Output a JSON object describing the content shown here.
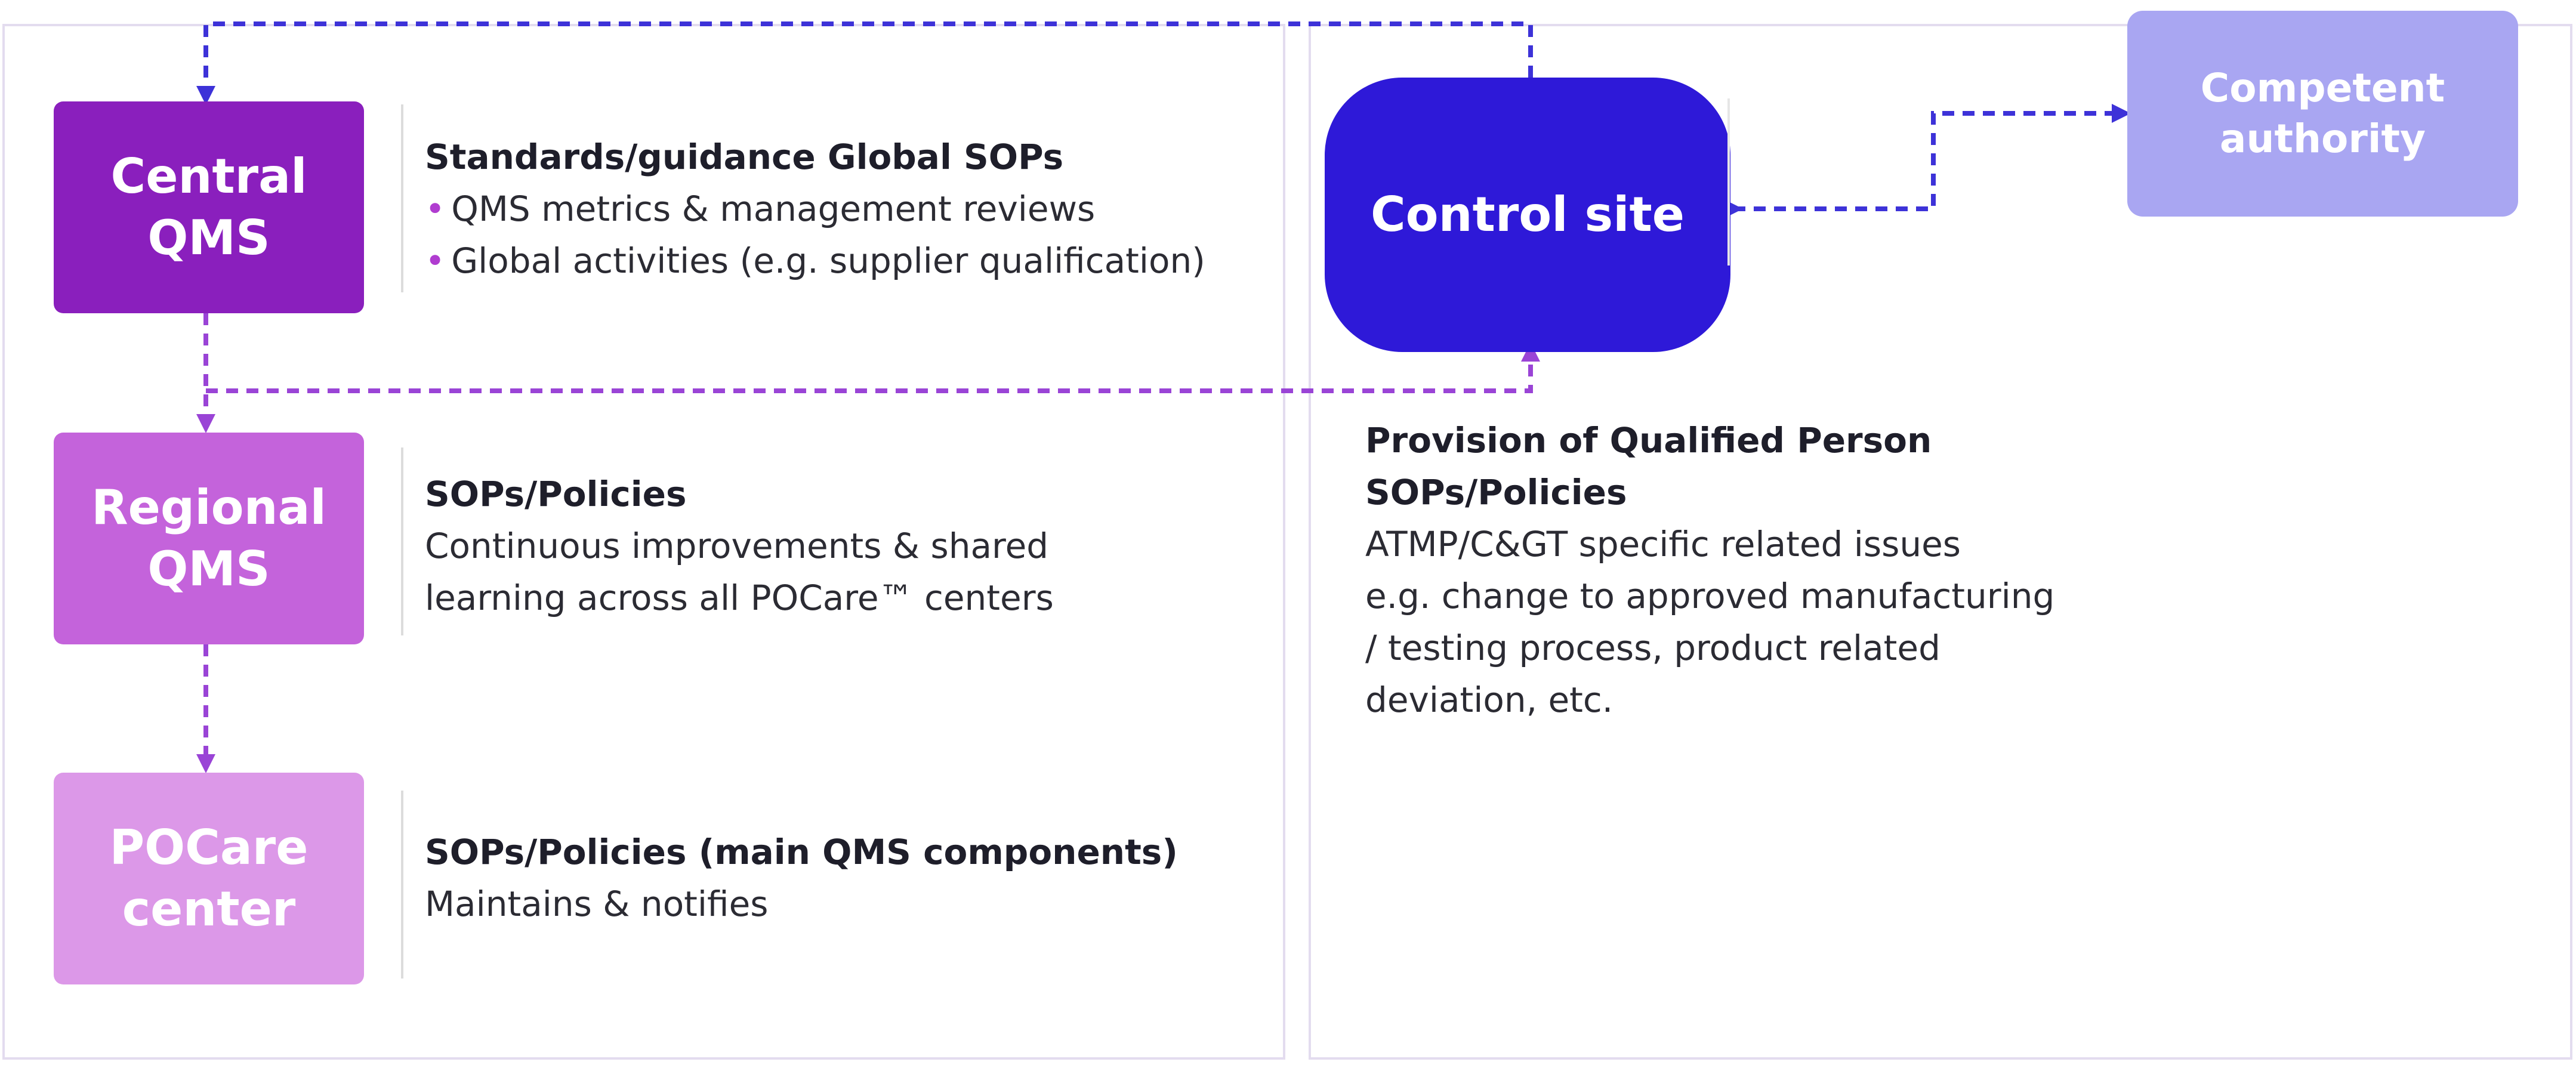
{
  "nodes": {
    "central_qms": "Central\nQMS",
    "regional_qms": "Regional\nQMS",
    "pocare_center": "POCare\ncenter",
    "control_site": "Control site",
    "competent_authority": "Competent\nauthority"
  },
  "central_desc": {
    "heading": "Standards/guidance Global SOPs",
    "bullets": [
      "QMS metrics & management reviews",
      "Global activities (e.g. supplier qualification)"
    ]
  },
  "regional_desc": {
    "heading": "SOPs/Policies",
    "lines": [
      "Continuous improvements & shared",
      "learning across all POCare™ centers"
    ]
  },
  "pocare_desc": {
    "heading": "SOPs/Policies (main QMS components)",
    "lines": [
      "Maintains & notifies"
    ]
  },
  "control_desc": {
    "headings": [
      "Provision of Qualified Person",
      "SOPs/Policies"
    ],
    "lines": [
      "ATMP/C&GT specific related issues",
      "e.g. change to approved manufacturing",
      "/ testing process, product related",
      "deviation, etc."
    ]
  },
  "colors": {
    "central": "#8a1fbd",
    "regional": "#c463db",
    "pocare": "#dc98e8",
    "control": "#2e19d8",
    "authority": "#a9a6f2",
    "connector_purple": "#9a44d6",
    "connector_blue": "#3d32d8"
  }
}
